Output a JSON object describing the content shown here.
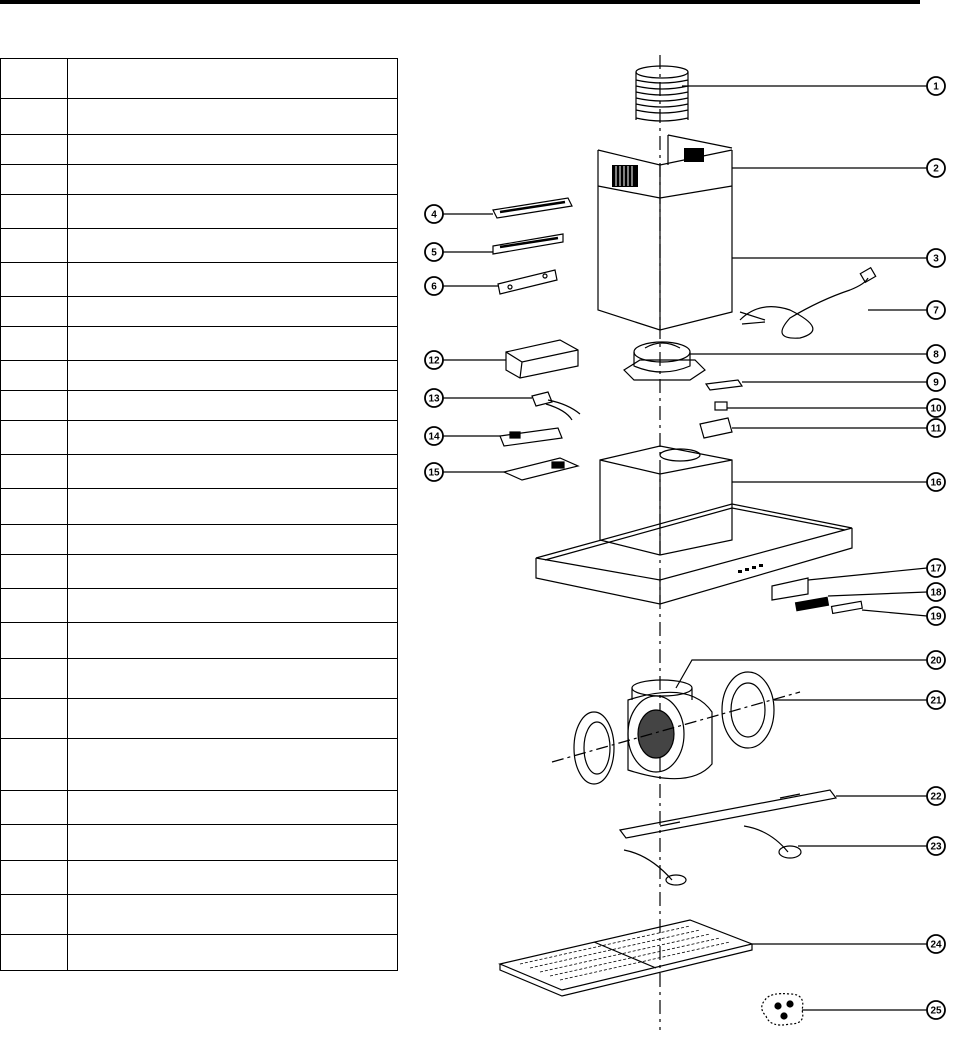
{
  "row_heights": [
    40,
    36,
    30,
    30,
    34,
    34,
    34,
    30,
    34,
    30,
    30,
    34,
    34,
    36,
    30,
    34,
    34,
    36,
    40,
    40,
    52,
    34,
    36,
    34,
    40,
    36
  ],
  "callouts": [
    {
      "n": "1"
    },
    {
      "n": "2"
    },
    {
      "n": "3"
    },
    {
      "n": "4"
    },
    {
      "n": "5"
    },
    {
      "n": "6"
    },
    {
      "n": "7"
    },
    {
      "n": "8"
    },
    {
      "n": "9"
    },
    {
      "n": "10"
    },
    {
      "n": "11"
    },
    {
      "n": "12"
    },
    {
      "n": "13"
    },
    {
      "n": "14"
    },
    {
      "n": "15"
    },
    {
      "n": "16"
    },
    {
      "n": "17"
    },
    {
      "n": "18"
    },
    {
      "n": "19"
    },
    {
      "n": "20"
    },
    {
      "n": "21"
    },
    {
      "n": "22"
    },
    {
      "n": "23"
    },
    {
      "n": "24"
    },
    {
      "n": "25"
    }
  ]
}
